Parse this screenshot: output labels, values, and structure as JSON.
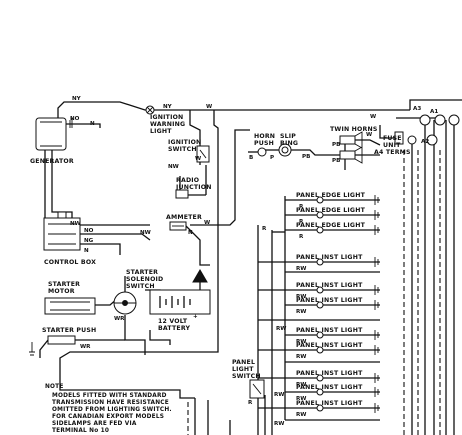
{
  "labels": {
    "generator": "GENERATOR",
    "ignition_warning_light": [
      "IGNITION",
      "WARNING",
      "LIGHT"
    ],
    "ignition_switch": [
      "IGNITION",
      "SWITCH"
    ],
    "radio_junction": [
      "RADIO",
      "JUNCTION"
    ],
    "ammeter": "AMMETER",
    "control_box": "CONTROL BOX",
    "starter_motor": [
      "STARTER",
      "MOTOR"
    ],
    "starter_solenoid_switch": [
      "STARTER",
      "SOLENOID",
      "SWITCH"
    ],
    "battery": [
      "12  VOLT",
      "BATTERY"
    ],
    "starter_push": "STARTER PUSH",
    "horn_push": [
      "HORN",
      "PUSH"
    ],
    "slip_ring": [
      "SLIP",
      "RING"
    ],
    "twin_horns": "TWIN HORNS",
    "fuse_unit": [
      "FUSE",
      "UNIT",
      "A4 TERMS"
    ],
    "panel_light_switch": [
      "PANEL",
      "LIGHT",
      "SWITCH"
    ]
  },
  "panel_edge_lights": [
    "PANEL EDGE LIGHT",
    "PANEL EDGE LIGHT",
    "PANEL EDGE LIGHT"
  ],
  "panel_inst_lights": [
    "PANEL INST LIGHT",
    "PANEL INST LIGHT",
    "PANEL INST LIGHT",
    "PANEL INST LIGHT",
    "PANEL INST LIGHT",
    "PANEL INST LIGHT",
    "PANEL INST LIGHT",
    "PANEL INST LIGHT"
  ],
  "wire_codes": {
    "ny": "NY",
    "no": "NO",
    "n": "N",
    "w": "W",
    "nw": "NW",
    "ng": "NG",
    "b": "B",
    "p": "P",
    "pb": "PB",
    "r": "R",
    "rw": "RW",
    "wr": "WR",
    "a3": "A3",
    "a1": "A1",
    "a2": "A2",
    "a4": "A4",
    "plus": "+"
  },
  "note": {
    "heading": "NOTE",
    "lines": [
      "MODELS FITTED WITH STANDARD",
      "TRANSMISSION HAVE RESISTANCE",
      "OMITTED FROM LIGHTING SWITCH.",
      "FOR CANADIAN EXPORT MODELS",
      "SIDELAMPS ARE FED VIA",
      "TERMINAL   No 10"
    ]
  }
}
